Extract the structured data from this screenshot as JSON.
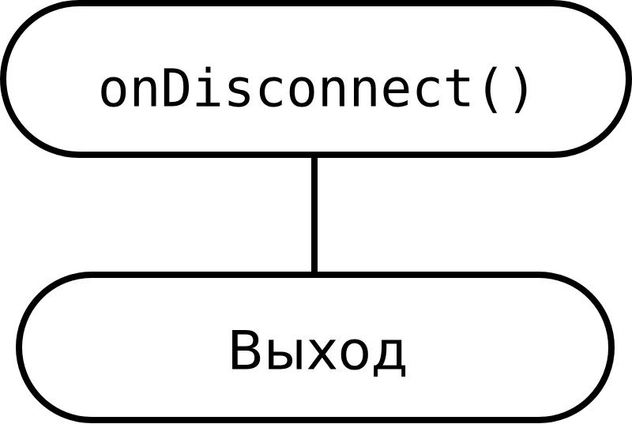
{
  "diagram": {
    "nodes": [
      {
        "id": "start",
        "label": "onDisconnect()",
        "shape": "terminator"
      },
      {
        "id": "end",
        "label": "Выход",
        "shape": "terminator"
      }
    ],
    "edges": [
      {
        "from": "start",
        "to": "end"
      }
    ],
    "colors": {
      "stroke": "#000000",
      "fill": "#ffffff",
      "text": "#000000"
    }
  }
}
